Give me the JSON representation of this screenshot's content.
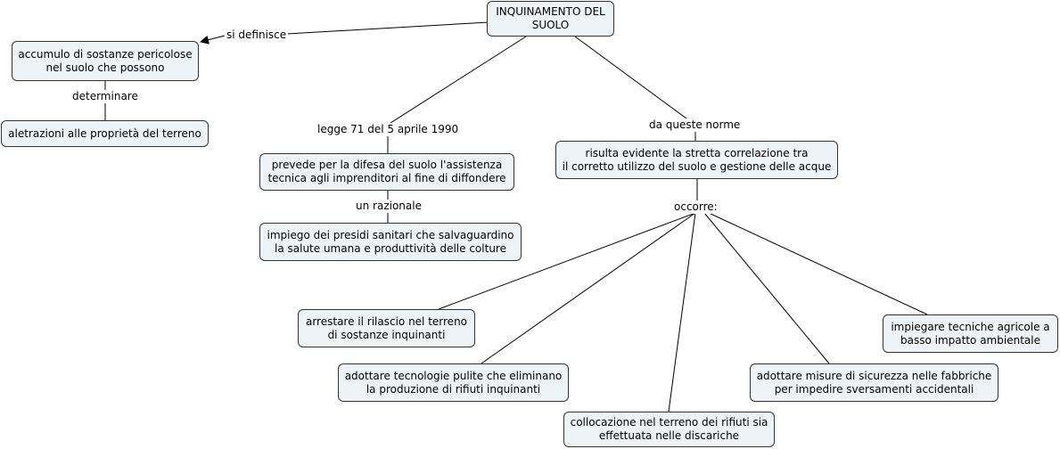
{
  "concepts": {
    "root": "INQUINAMENTO DEL\nSUOLO",
    "accumulo": "accumulo di sostanze pericolose\nnel suolo che possono",
    "alterazioni": "aletrazioni alle proprietà del terreno",
    "prevede": "prevede per la difesa del suolo l'assistenza\ntecnica agli imprenditori al fine di diffondere",
    "impiego": "impiego dei presidi sanitari che salvaguardino\nla salute umana e produttività delle colture",
    "risulta": "risulta evidente la stretta correlazione tra\nil corretto utilizzo del suolo e gestione delle acque",
    "arrestare": "arrestare il rilascio nel terreno\ndi sostanze inquinanti",
    "adottare_tecnologie": "adottare tecnologie pulite che eliminano\nla produzione di rifiuti inquinanti",
    "collocazione": "collocazione nel terreno dei rifiuti sia\neffettuata nelle discariche",
    "adottare_misure": "adottare misure di sicurezza nelle fabbriche\nper impedire sversamenti accidentali",
    "impiegare": "impiegare tecniche agricole a\nbasso impatto ambientale"
  },
  "links": {
    "si_definisce": "si definisce",
    "determinare": "determinare",
    "legge": "legge 71 del 5 aprile 1990",
    "un_razionale": "un razionale",
    "da_queste_norme": "da queste norme",
    "occorre": "occorre:"
  },
  "colors": {
    "node_fill": "#eef3f7",
    "node_border": "#333333",
    "line": "#000000"
  }
}
